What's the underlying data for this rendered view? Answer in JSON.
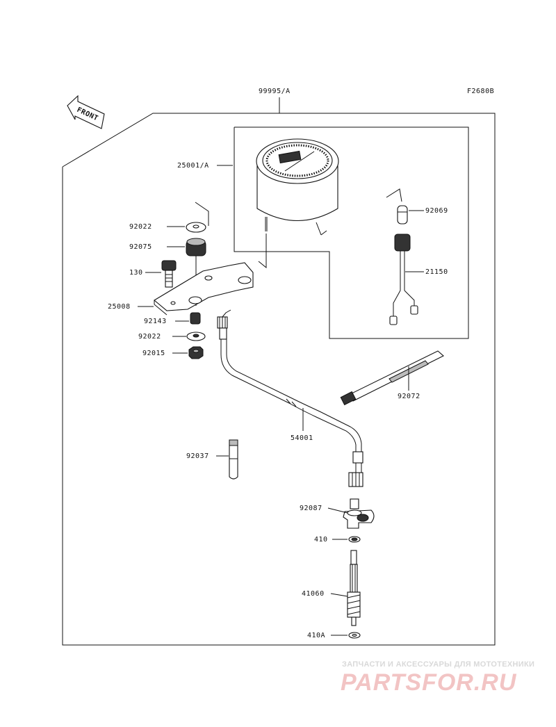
{
  "diagram": {
    "figure_code": "F2680B",
    "assembly_label": "99995/A",
    "front_label": "FRONT",
    "parts": {
      "p25001A": "25001/A",
      "p92022a": "92022",
      "p92075": "92075",
      "p130": "130",
      "p25008": "25008",
      "p92143": "92143",
      "p92022b": "92022",
      "p92015": "92015",
      "p92069": "92069",
      "p21150": "21150",
      "p92072": "92072",
      "p54001": "54001",
      "p92037": "92037",
      "p92087": "92087",
      "p410": "410",
      "p41060": "41060",
      "p410A": "410A"
    }
  },
  "watermark": {
    "tagline": "ЗАПЧАСТИ И АКСЕССУАРЫ ДЛЯ МОТОТЕХНИКИ",
    "logo": "PARTSFOR.RU"
  }
}
